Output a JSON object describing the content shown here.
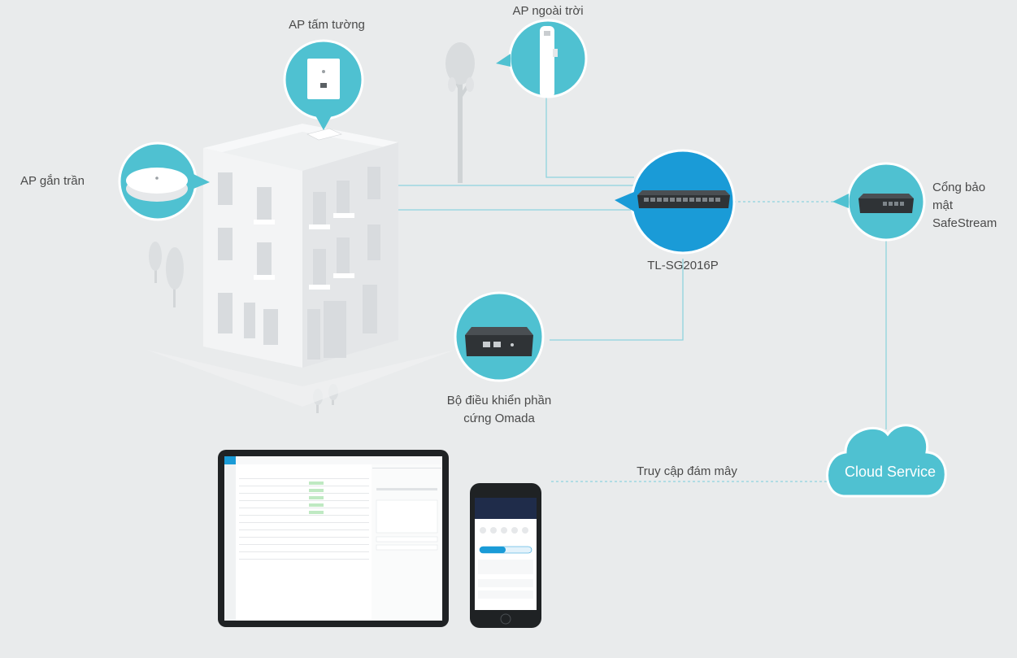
{
  "labels": {
    "wall_ap": "AP tấm tường",
    "outdoor_ap": "AP ngoài trời",
    "ceiling_ap": "AP gắn trần",
    "switch": "TL-SG2016P",
    "gateway_line1": "Cổng bảo",
    "gateway_line2": "mật",
    "gateway_line3": "SafeStream",
    "controller_line1": "Bộ điều khiển phần",
    "controller_line2": "cứng Omada",
    "cloud_access": "Truy cập đám mây",
    "cloud_service": "Cloud Service"
  },
  "colors": {
    "background": "#e9ebec",
    "teal": "#4fc1d1",
    "switch_blue": "#1a9bd7",
    "line": "#8fd4de",
    "device_dark": "#2f3336"
  },
  "icons": [
    "wall-ap-icon",
    "outdoor-ap-icon",
    "ceiling-ap-icon",
    "switch-icon",
    "gateway-icon",
    "controller-icon",
    "cloud-icon",
    "tablet-icon",
    "phone-icon",
    "building-icon",
    "tree-icon"
  ]
}
